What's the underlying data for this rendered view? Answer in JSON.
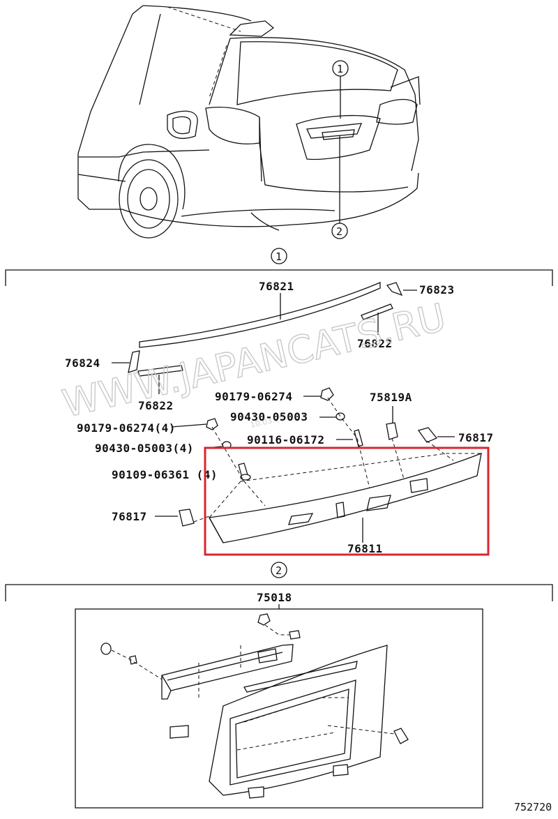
{
  "callouts": {
    "c1": "1",
    "c2": "2",
    "s1": "1",
    "s2": "2"
  },
  "parts": {
    "p76821": "76821",
    "p76823": "76823",
    "p76822a": "76822",
    "p76824": "76824",
    "p76822b": "76822",
    "p90179a": "90179-06274",
    "p90430a": "90430-05003",
    "p75819a": "75819A",
    "p90179b": "90179-06274(4)",
    "p90116": "90116-06172",
    "p76817a": "76817",
    "p90430b": "90430-05003(4)",
    "p90109": "90109-06361 (4)",
    "p76817b": "76817",
    "p76811": "76811",
    "p75018": "75018"
  },
  "watermark": {
    "main": "WWW.JAPANCATS.RU",
    "date": "10.03.20"
  },
  "diagram_code": "752720",
  "colors": {
    "highlight": "#d9262e",
    "line": "#111111",
    "watermark": "#c9c9c9"
  }
}
